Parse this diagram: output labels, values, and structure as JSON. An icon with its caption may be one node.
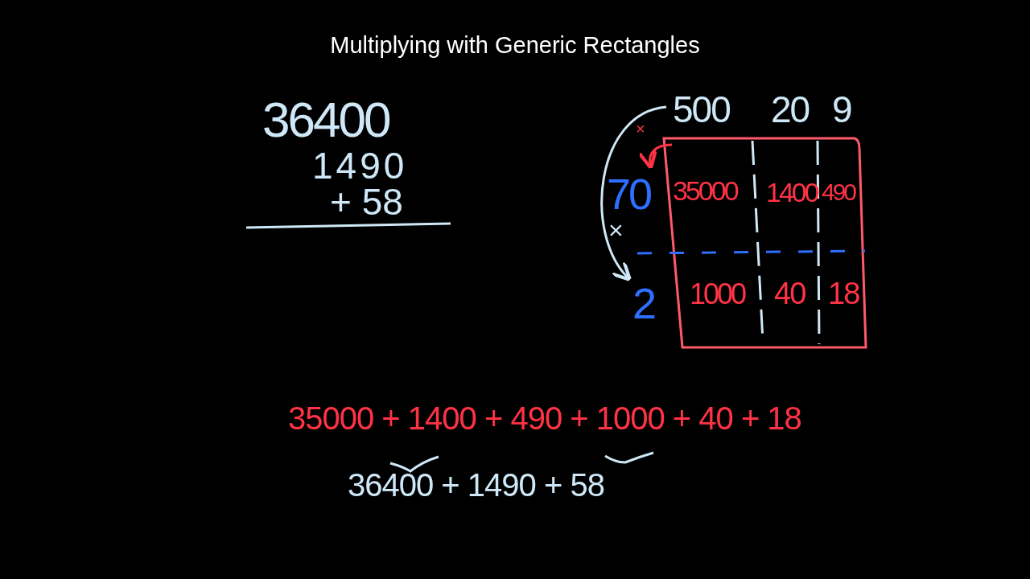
{
  "diagram": {
    "title": "Multiplying with Generic Rectangles",
    "labels": [
      "36400",
      "1490",
      "+ 58",
      "500",
      "20",
      "9",
      "×",
      "70",
      "35000",
      "1400",
      "490",
      "×",
      "2",
      "1000",
      "40",
      "18",
      "35000 + 1400 + 490 + 1000 + 40 + 18",
      "36400 + 1490 + 58"
    ]
  }
}
